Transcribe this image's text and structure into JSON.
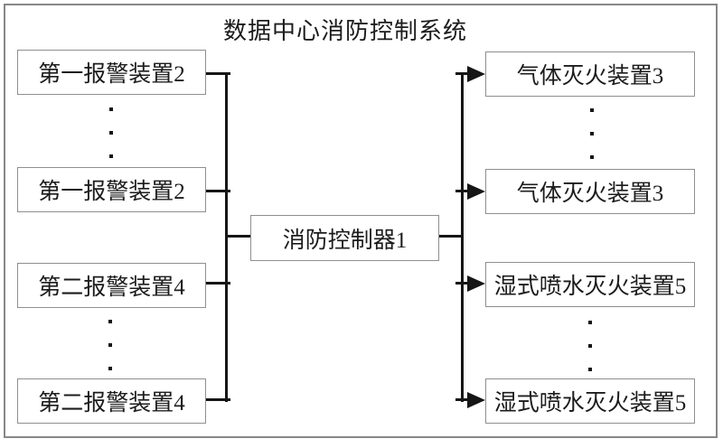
{
  "diagram": {
    "title": "数据中心消防控制系统",
    "controller": {
      "label": "消防控制器1"
    },
    "left_boxes": [
      {
        "label": "第一报警装置2"
      },
      {
        "label": "第一报警装置2"
      },
      {
        "label": "第二报警装置4"
      },
      {
        "label": "第二报警装置4"
      }
    ],
    "right_boxes": [
      {
        "label": "气体灭火装置3"
      },
      {
        "label": "气体灭火装置3"
      },
      {
        "label": "湿式喷水灭火装置5"
      },
      {
        "label": "湿式喷水灭火装置5"
      }
    ],
    "colors": {
      "background": "#ffffff",
      "outer_border": "#878787",
      "box_border": "#8f8f8f",
      "line": "#161616",
      "text": "#1c1c1c"
    }
  }
}
